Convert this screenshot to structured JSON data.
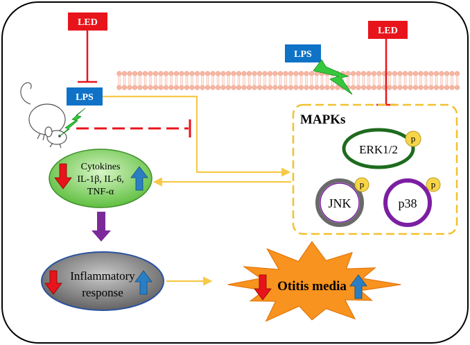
{
  "labels": {
    "led_left": "LED",
    "led_right": "LED",
    "lps_membrane": "LPS",
    "lps_mouse": "LPS",
    "mapks_title": "MAPKs",
    "erk": "ERK1/2",
    "jnk": "JNK",
    "p38": "p38",
    "phospho_erk": "p",
    "phospho_jnk": "p",
    "phospho_p38": "p",
    "cytokines_line1": "Cytokines",
    "cytokines_line2": "IL-1β, IL-6,",
    "cytokines_line3": "TNF-α",
    "inflammatory_line1": "Inflammatory",
    "inflammatory_line2": "response",
    "otitis": "Otitis media"
  },
  "colors": {
    "led_box": "#e8141b",
    "lps_box": "#0f72c6",
    "inhibit_line": "#e8141b",
    "yellow_arrow": "#f7c948",
    "purple_arrow": "#7b2a9a",
    "mapk_border": "#f2c12e",
    "membrane": "#f6b6a2",
    "cytokine_fill": "#7ed063",
    "inflammatory_fill": "#6f6f6f",
    "starburst": "#f7931e",
    "lightning": "#35c83c",
    "down_arrow": "#e8141b",
    "up_arrow": "#2a7fc4",
    "erk_ring": "#1e6b1e",
    "jnk_ring": "#6a6a6a",
    "p38_ring": "#7b1fa2",
    "phospho": "#f7d54a"
  }
}
